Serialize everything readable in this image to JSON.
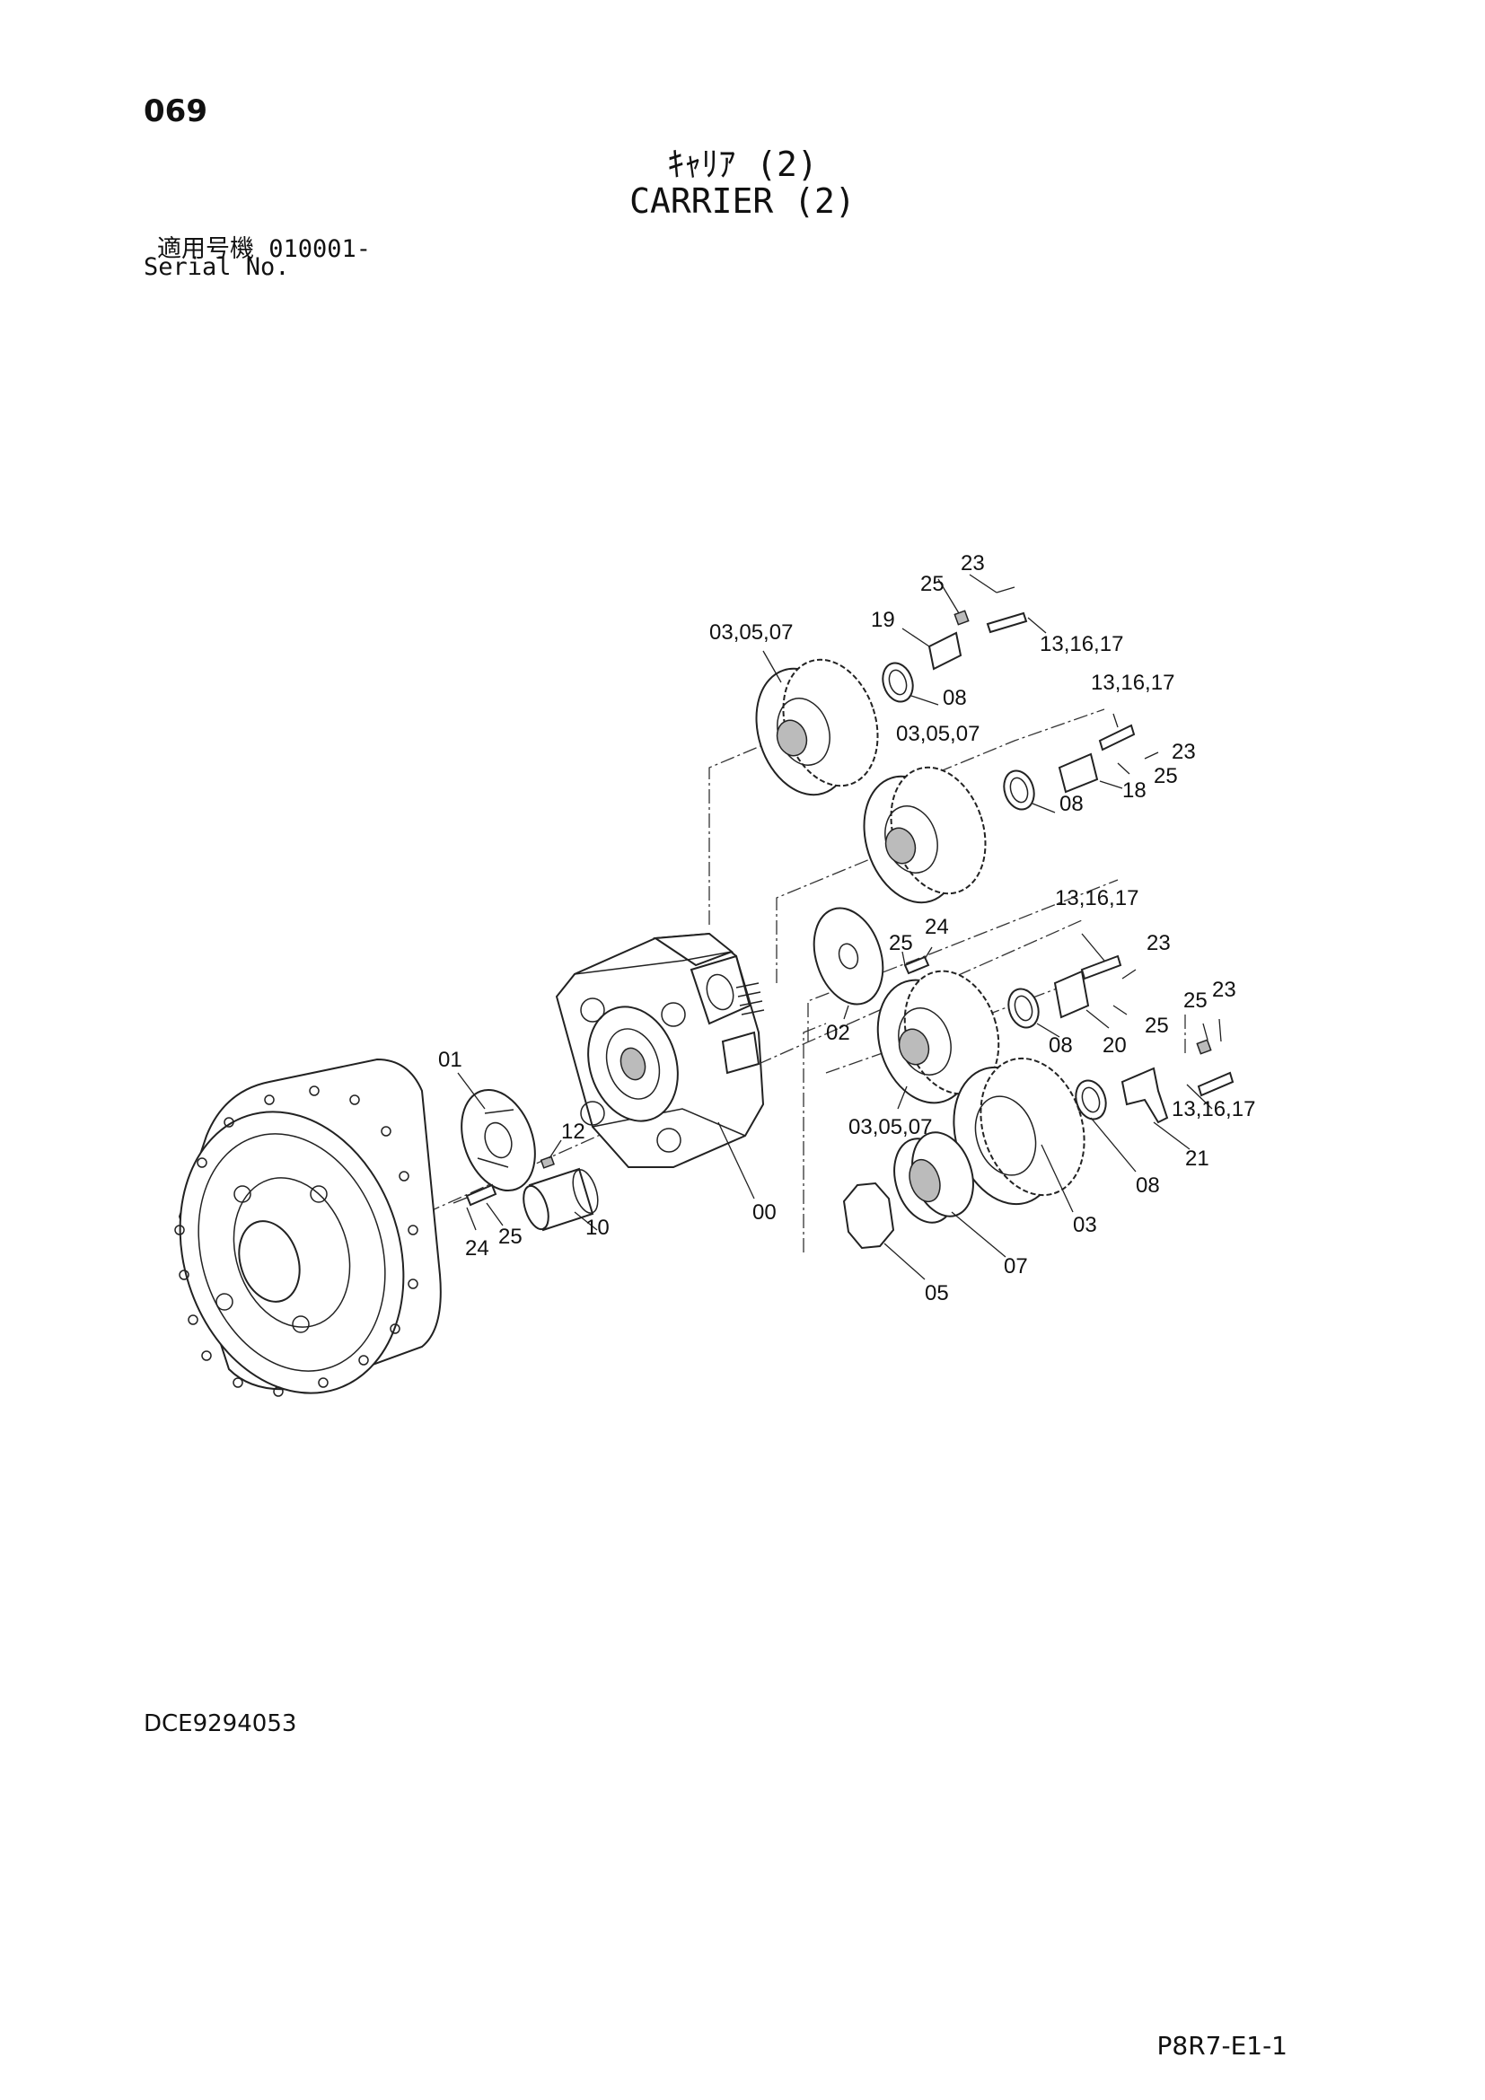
{
  "page_number": "069",
  "title_jp": "ｷｬﾘｱ (2)",
  "title_en": "CARRIER (2)",
  "serial_label_jp": "適用号機",
  "serial_value": "010001-",
  "serial_label_en": "Serial No.",
  "drawing_code": "DCE9294053",
  "page_code": "P8R7-E1-1",
  "callouts": {
    "c00": "00",
    "c01": "01",
    "c02": "02",
    "c03": "03",
    "c05": "05",
    "c07": "07",
    "c10": "10",
    "c12": "12",
    "c18": "18",
    "c19": "19",
    "c20": "20",
    "c21": "21",
    "c24a": "24",
    "c24b": "24",
    "c25a": "25",
    "c25b": "25",
    "c25c": "25",
    "c25d": "25",
    "c25e": "25",
    "c23a": "23",
    "c23b": "23",
    "c23c": "23",
    "c23d": "23",
    "c08a": "08",
    "c08b": "08",
    "c08c": "08",
    "c08d": "08",
    "c13a": "13,16,17",
    "c13b": "13,16,17",
    "c13c": "13,16,17",
    "c13d": "13,16,17",
    "c030507a": "03,05,07",
    "c030507b": "03,05,07",
    "c030507c": "03,05,07"
  }
}
